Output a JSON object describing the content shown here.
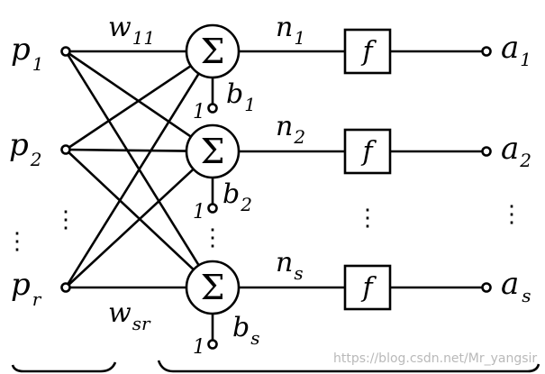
{
  "diagram": {
    "inputs": [
      {
        "name": "p",
        "sub": "1"
      },
      {
        "name": "p",
        "sub": "2"
      },
      {
        "name": "p",
        "sub": "r"
      }
    ],
    "weight_labels": [
      {
        "name": "w",
        "sub": "11"
      },
      {
        "name": "w",
        "sub": "sr"
      }
    ],
    "sum_symbol": "Σ",
    "bias_input": "1",
    "biases": [
      {
        "name": "b",
        "sub": "1"
      },
      {
        "name": "b",
        "sub": "2"
      },
      {
        "name": "b",
        "sub": "s"
      }
    ],
    "net_inputs": [
      {
        "name": "n",
        "sub": "1"
      },
      {
        "name": "n",
        "sub": "2"
      },
      {
        "name": "n",
        "sub": "s"
      }
    ],
    "transfer": "f",
    "outputs": [
      {
        "name": "a",
        "sub": "1"
      },
      {
        "name": "a",
        "sub": "2"
      },
      {
        "name": "a",
        "sub": "s"
      }
    ],
    "ellipsis": "⋮"
  },
  "watermark": "https://blog.csdn.net/Mr_yangsir"
}
